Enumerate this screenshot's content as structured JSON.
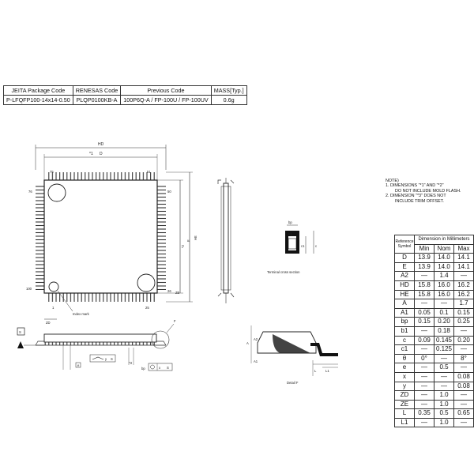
{
  "package_table": {
    "headers": [
      "JEITA Package Code",
      "RENESAS Code",
      "Previous Code",
      "MASS[Typ.]"
    ],
    "row": [
      "P-LFQFP100-14x14-0.50",
      "PLQP0100KB-A",
      "100P6Q-A / FP-100U / FP-100UV",
      "0.6g"
    ]
  },
  "drawing": {
    "hd": "HD",
    "star1": "*1",
    "d": "D",
    "star2": "*2",
    "e": "E",
    "he": "HE",
    "pin75": "75",
    "pin51": "51",
    "pin76": "76",
    "pin50": "50",
    "pin100": "100",
    "pin26": "26",
    "pin1": "1",
    "pin25": "25",
    "index_mark": "Index mark",
    "zd": "ZD",
    "ze": "ZE",
    "terminal_caption": "Terminal cross section",
    "detail_caption": "Detail F",
    "f": "F",
    "s": "S",
    "e_sym": "e",
    "star3": "*3",
    "bp": "bp",
    "y": "y",
    "x": "x",
    "b1": "b1",
    "c1": "c1",
    "c": "c",
    "a": "A",
    "a1": "A1",
    "a2": "A2",
    "l": "L",
    "l1": "L1"
  },
  "notes": {
    "title": "NOTE)",
    "n1a": "1.  DIMENSIONS \"*1\" AND \"*2\"",
    "n1b": "DO NOT INCLUDE MOLD FLASH.",
    "n2a": "2.  DIMENSION \"*3\" DOES NOT",
    "n2b": "INCLUDE TRIM OFFSET."
  },
  "dimension_table": {
    "ref_header": "Reference Symbol",
    "dim_header": "Dimension in Millimeters",
    "columns": [
      "Min",
      "Nom",
      "Max"
    ],
    "rows": [
      [
        "D",
        "13.9",
        "14.0",
        "14.1"
      ],
      [
        "E",
        "13.9",
        "14.0",
        "14.1"
      ],
      [
        "A2",
        "—",
        "1.4",
        "—"
      ],
      [
        "HD",
        "15.8",
        "16.0",
        "16.2"
      ],
      [
        "HE",
        "15.8",
        "16.0",
        "16.2"
      ],
      [
        "A",
        "—",
        "—",
        "1.7"
      ],
      [
        "A1",
        "0.05",
        "0.1",
        "0.15"
      ],
      [
        "bp",
        "0.15",
        "0.20",
        "0.25"
      ],
      [
        "b1",
        "—",
        "0.18",
        "—"
      ],
      [
        "c",
        "0.09",
        "0.145",
        "0.20"
      ],
      [
        "c1",
        "—",
        "0.125",
        "—"
      ],
      [
        "θ",
        "0°",
        "—",
        "8°"
      ],
      [
        "e",
        "—",
        "0.5",
        "—"
      ],
      [
        "x",
        "—",
        "—",
        "0.08"
      ],
      [
        "y",
        "—",
        "—",
        "0.08"
      ],
      [
        "ZD",
        "—",
        "1.0",
        "—"
      ],
      [
        "ZE",
        "—",
        "1.0",
        "—"
      ],
      [
        "L",
        "0.35",
        "0.5",
        "0.65"
      ],
      [
        "L1",
        "—",
        "1.0",
        "—"
      ]
    ]
  }
}
